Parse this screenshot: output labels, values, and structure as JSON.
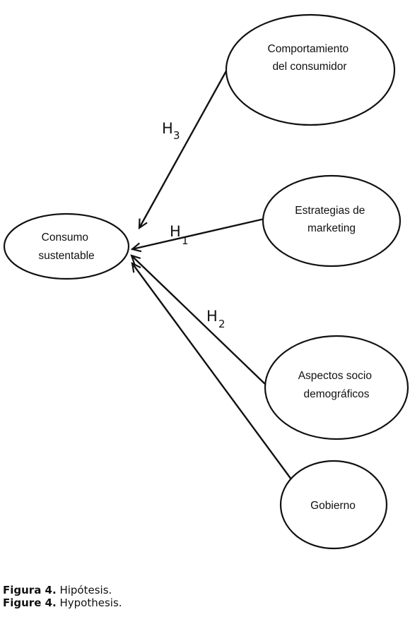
{
  "diagram": {
    "nodes": {
      "consumo": [
        "Consumo",
        "sustentable"
      ],
      "comportamiento": [
        "Comportamiento",
        "del consumidor"
      ],
      "estrategias": [
        "Estrategias de",
        "marketing"
      ],
      "aspectos": [
        "Aspectos socio",
        "demográficos"
      ],
      "gobierno": [
        "Gobierno"
      ]
    },
    "hypotheses": {
      "h3": {
        "letter": "H",
        "sub": "3"
      },
      "h1": {
        "letter": "H",
        "sub": "1"
      },
      "h2": {
        "letter": "H",
        "sub": "2"
      }
    }
  },
  "caption": {
    "es": {
      "label": "Figura 4.",
      "text": " Hipótesis."
    },
    "en": {
      "label": "Figure 4.",
      "text": " Hypothesis."
    }
  }
}
